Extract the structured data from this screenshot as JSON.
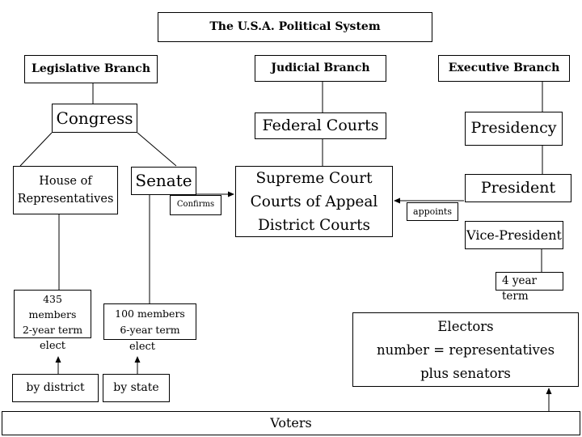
{
  "title": "The U.S.A. Political System",
  "legislative": {
    "branch": "Legislative Branch",
    "congress": "Congress",
    "house_line1": "House of",
    "house_line2": "Representatives",
    "senate": "Senate",
    "house_members_line1": "435",
    "house_members_line2": "members",
    "house_members_line3": "2-year term",
    "senate_members_line1": "100 members",
    "senate_members_line2": "6-year term",
    "elect_house": "elect",
    "elect_senate": "elect",
    "by_district": "by district",
    "by_state": "by state"
  },
  "judicial": {
    "branch": "Judicial Branch",
    "federal_courts": "Federal Courts",
    "courts_line1": "Supreme Court",
    "courts_line2": "Courts of Appeal",
    "courts_line3": "District Courts",
    "confirms": "Confirms"
  },
  "executive": {
    "branch": "Executive Branch",
    "presidency": "Presidency",
    "president": "President",
    "appoints": "appoints",
    "vice_president": "Vice-President",
    "term_line1": "4 year",
    "term_line2": "term"
  },
  "electoral": {
    "electors_line1": "Electors",
    "electors_line2": "number = representatives",
    "electors_line3": "plus senators",
    "voters": "Voters"
  },
  "colors": {
    "line": "#000000",
    "background": "#ffffff",
    "text": "#000000"
  }
}
